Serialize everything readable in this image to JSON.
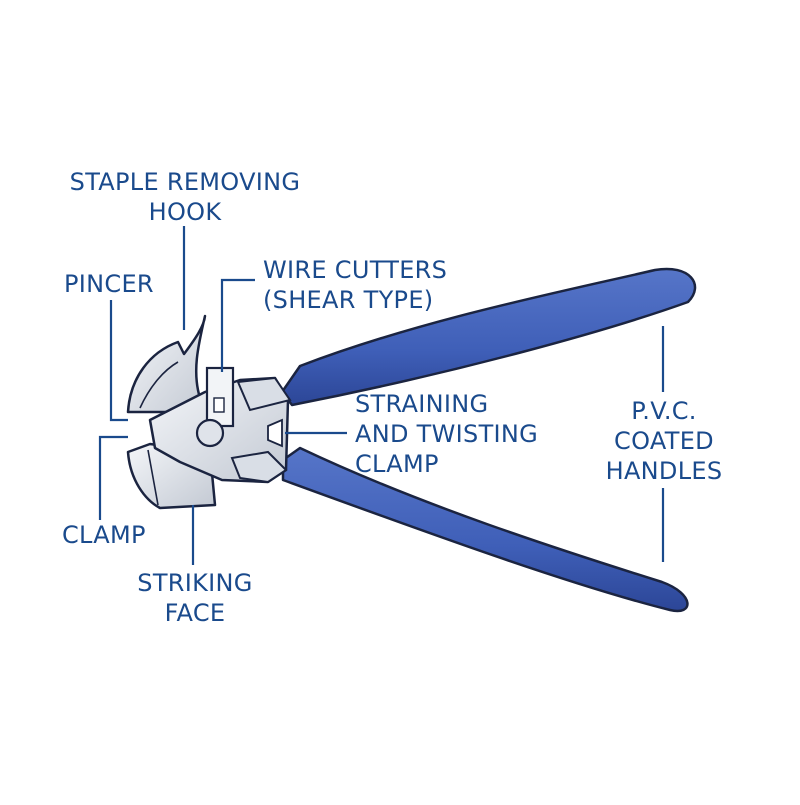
{
  "colors": {
    "label": "#1a4a8c",
    "leader": "#1a4a8c",
    "handle": "#3f5fb8",
    "handle_dark": "#27428f",
    "metal": "#e6e9ee",
    "metal_shade": "#b9c0cb",
    "outline": "#1b2440"
  },
  "labels": {
    "staple_hook": [
      "STAPLE REMOVING",
      "HOOK"
    ],
    "pincer": "PINCER",
    "wire_cutters": [
      "WIRE CUTTERS",
      "(SHEAR TYPE)"
    ],
    "straining": [
      "STRAINING",
      "AND TWISTING",
      "CLAMP"
    ],
    "pvc": [
      "P.V.C.",
      "COATED",
      "HANDLES"
    ],
    "clamp": "CLAMP",
    "striking": [
      "STRIKING",
      "FACE"
    ]
  }
}
